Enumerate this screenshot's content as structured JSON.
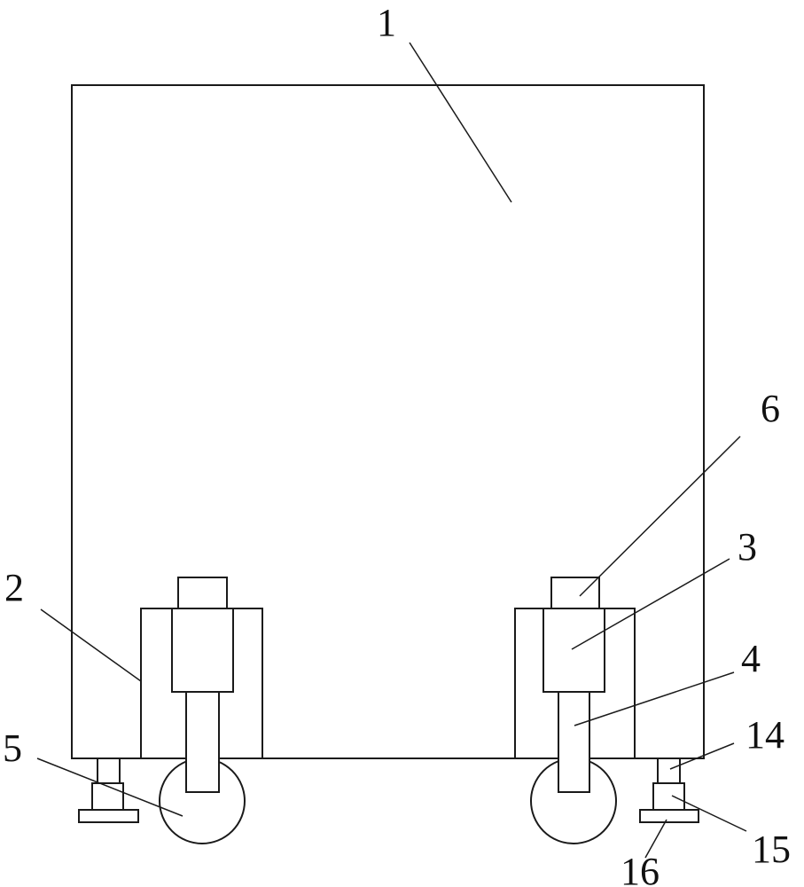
{
  "colors": {
    "stroke": "#1a1a1a",
    "background": "#ffffff"
  },
  "callouts": {
    "c1": "1",
    "c2": "2",
    "c3": "3",
    "c4": "4",
    "c5": "5",
    "c6": "6",
    "c14": "14",
    "c15": "15",
    "c16": "16"
  }
}
